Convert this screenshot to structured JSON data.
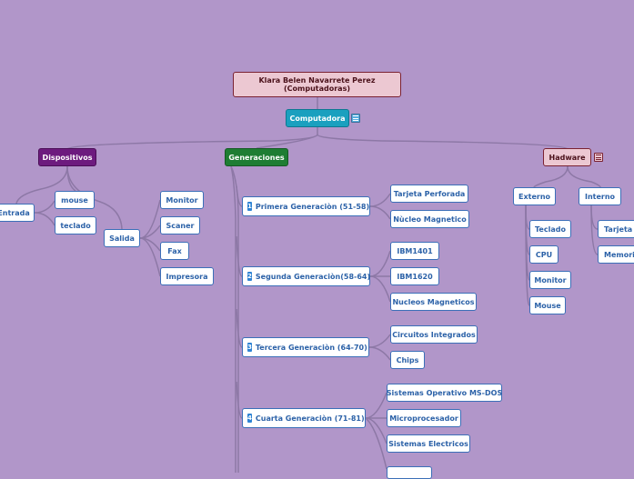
{
  "root": {
    "line1": "Klara Belen Navarrete Perez",
    "line2": "(Computadoras)"
  },
  "center": {
    "label": "Computadora"
  },
  "branches": {
    "dispositivos": {
      "label": "Dispositivos"
    },
    "generaciones": {
      "label": "Generaciones"
    },
    "hadware": {
      "label": "Hadware"
    }
  },
  "dispositivos": {
    "entrada": "Entrada",
    "entrada_items": [
      "mouse",
      "teclado"
    ],
    "salida": "Salida",
    "salida_items": [
      "Monitor",
      "Scaner",
      "Fax",
      "Impresora"
    ]
  },
  "generaciones": [
    {
      "num": "1",
      "label": "Primera Generaciòn (51-58)",
      "items": [
        "Tarjeta Perforada",
        "Nùcleo Magnetico"
      ]
    },
    {
      "num": "2",
      "label": "Segunda Generaciòn(58-64)",
      "items": [
        "IBM1401",
        "IBM1620",
        "Nucleos Magneticos"
      ]
    },
    {
      "num": "3",
      "label": "Tercera Generaciòn (64-70)",
      "items": [
        "Circuitos Integrados",
        "Chips"
      ]
    },
    {
      "num": "4",
      "label": "Cuarta Generaciòn (71-81)",
      "items": [
        "Sistemas Operativo MS-DOS",
        "Microprocesador",
        "Sistemas Electricos"
      ]
    }
  ],
  "hadware": {
    "externo": "Externo",
    "externo_items": [
      "Teclado",
      "CPU",
      "Monitor",
      "Mouse"
    ],
    "interno": "Interno",
    "interno_items": [
      "Tarjeta M",
      "Memoria"
    ]
  },
  "colors": {
    "background": "#b196c9",
    "link": "#8d78a6",
    "node_border": "#3b6fb8",
    "node_text": "#2c62a8",
    "computadora": "#1aa0bf",
    "dispositivos": "#6d1b7e",
    "generaciones": "#1e7d33",
    "hadware": "#ecc8d2"
  },
  "icons": {
    "notes": "notes-icon"
  }
}
